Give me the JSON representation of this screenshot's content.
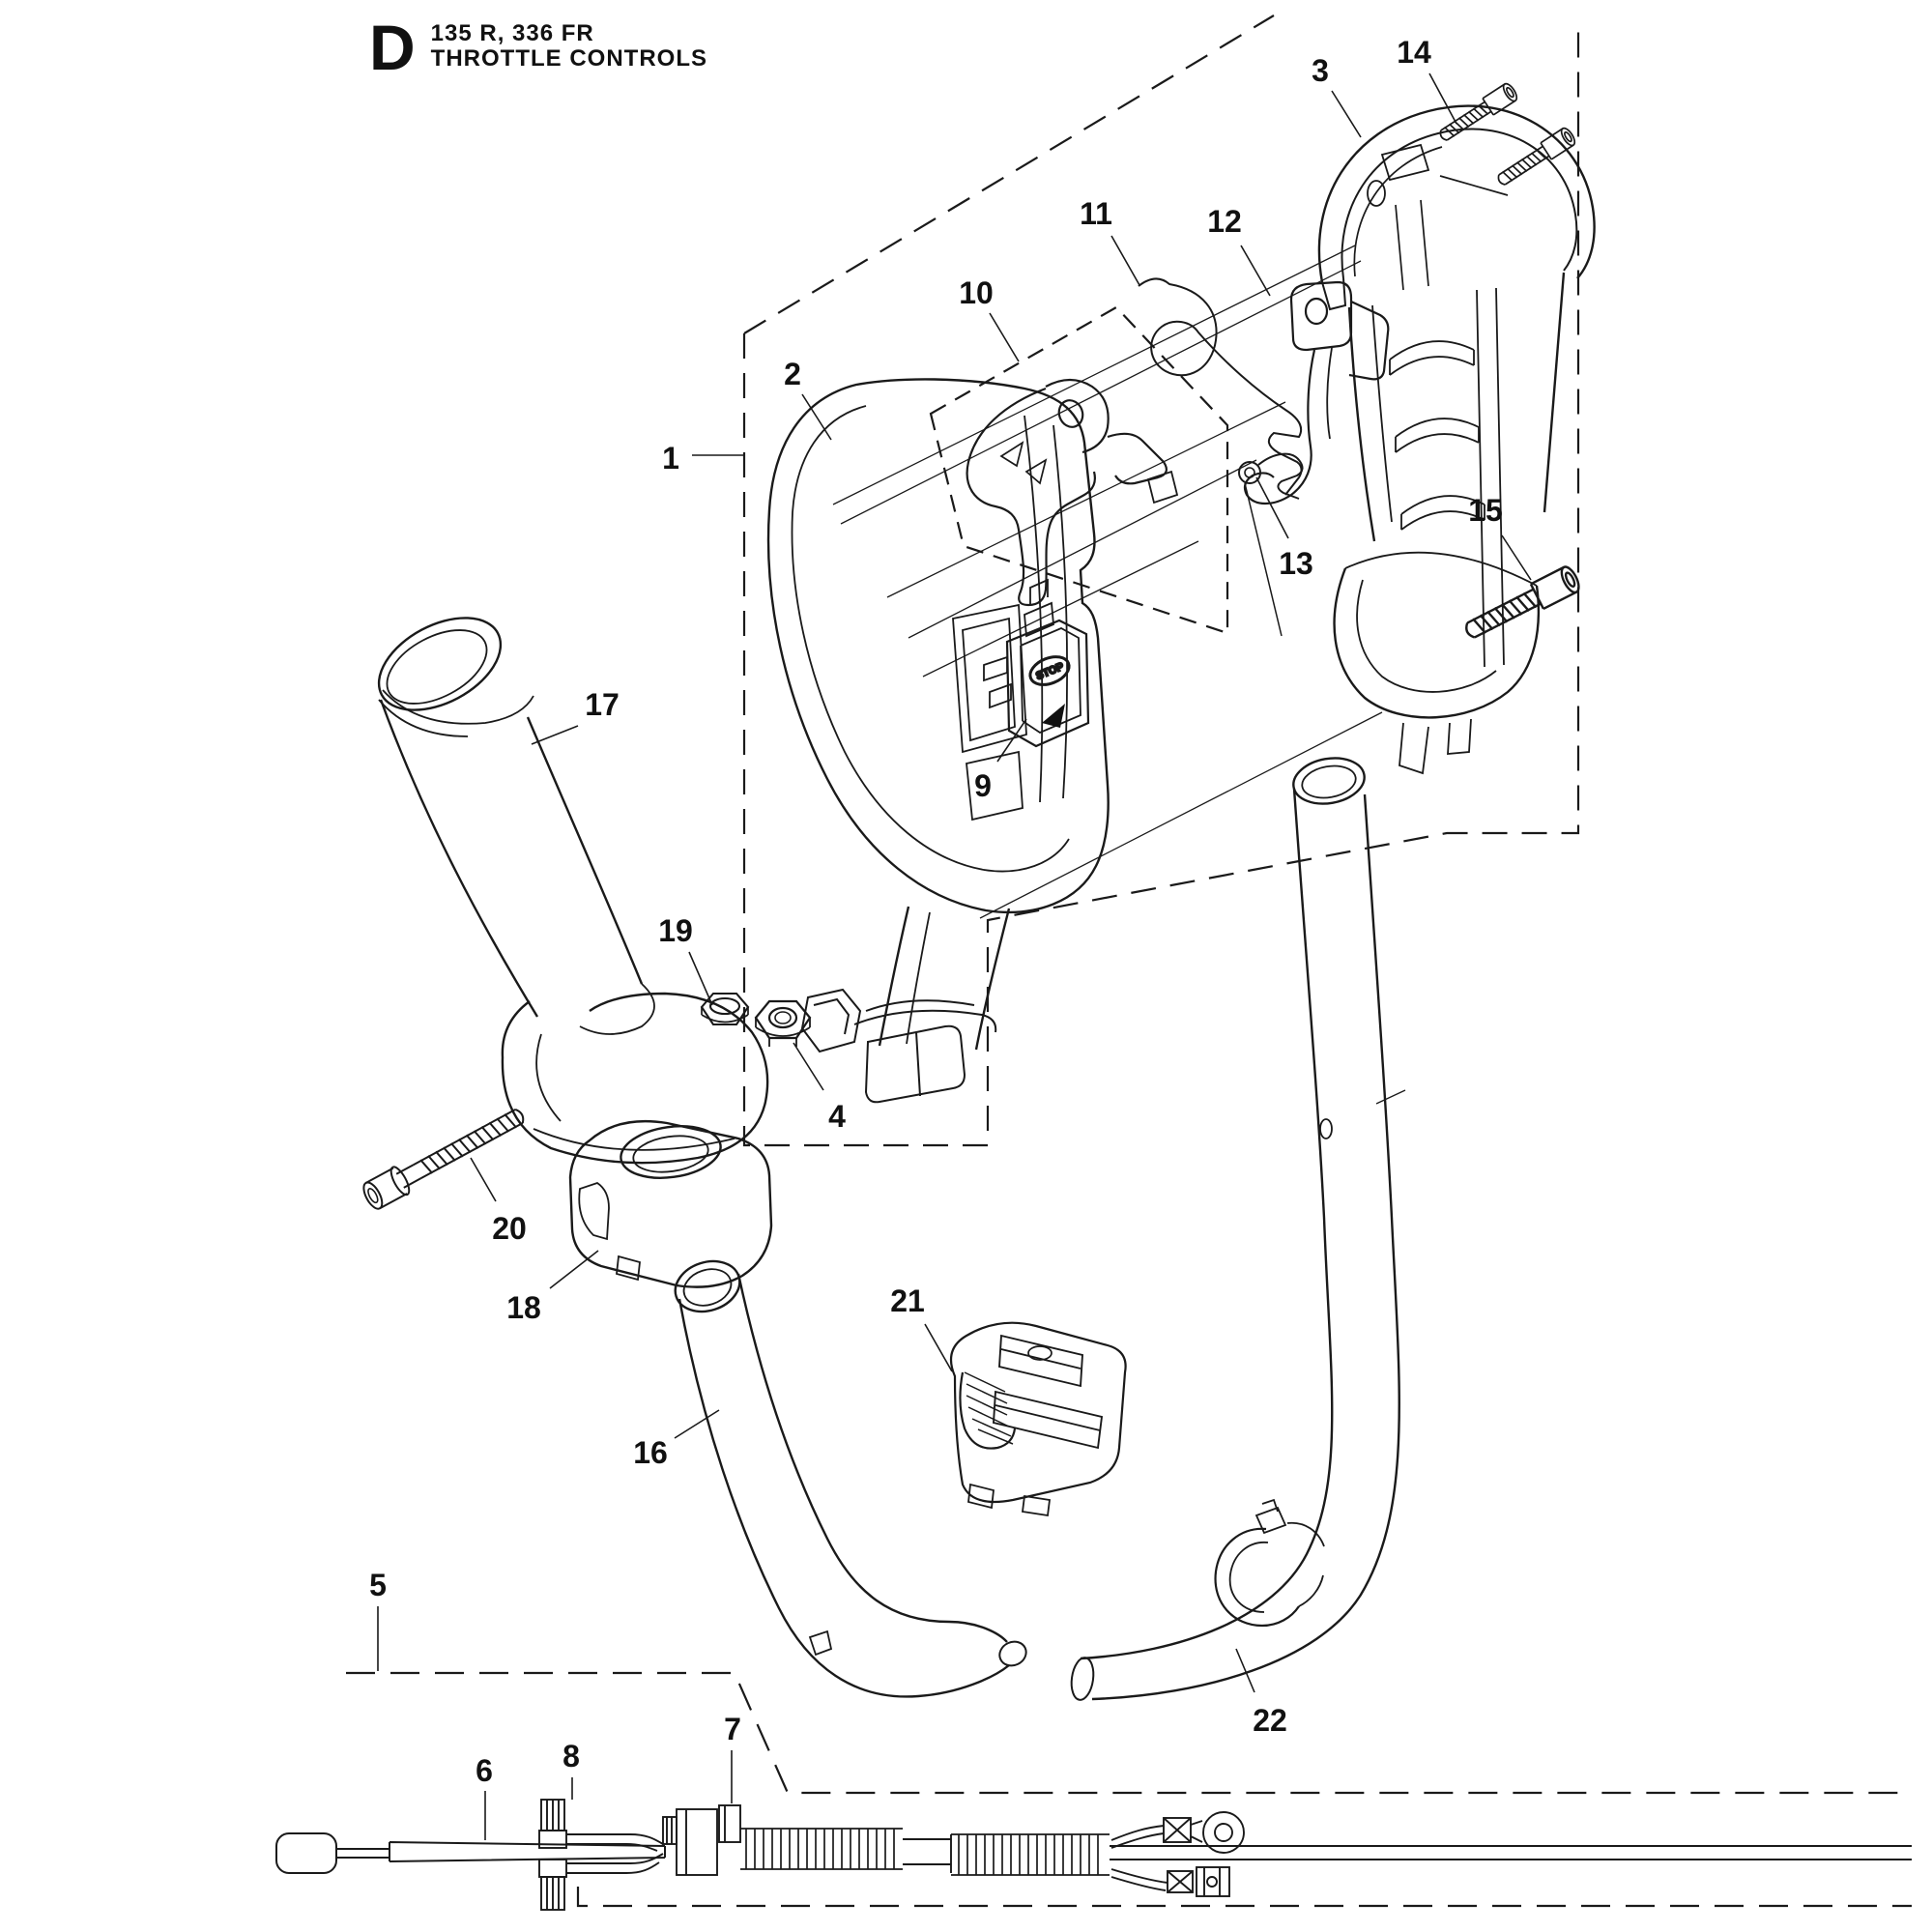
{
  "title": {
    "section_letter": "D",
    "models": "135 R, 336 FR",
    "subtitle": "THROTTLE CONTROLS"
  },
  "stop_switch": {
    "label": "STOP"
  },
  "part_numbers": [
    "1",
    "2",
    "3",
    "4",
    "5",
    "6",
    "7",
    "8",
    "9",
    "10",
    "11",
    "12",
    "13",
    "14",
    "15",
    "16",
    "17",
    "18",
    "19",
    "20",
    "21",
    "22"
  ]
}
